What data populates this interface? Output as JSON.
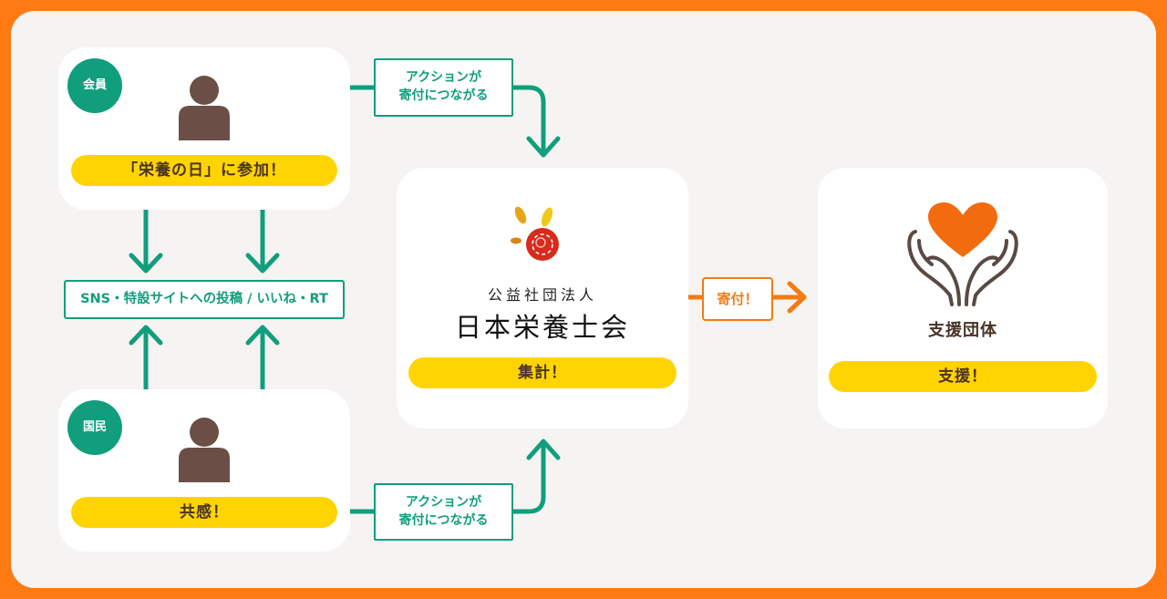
{
  "member_card": {
    "badge": "会員",
    "action": "「栄養の日」に参加！"
  },
  "public_card": {
    "badge": "国民",
    "action": "共感！"
  },
  "sns_box": {
    "label": "SNS・特設サイトへの投稿 / いいね・RT"
  },
  "action_tag_top": {
    "line1": "アクションが",
    "line2": "寄付につながる"
  },
  "action_tag_bottom": {
    "line1": "アクションが",
    "line2": "寄付につながる"
  },
  "association_card": {
    "subtitle": "公益社団法人",
    "name": "日本栄養士会",
    "action": "集計！"
  },
  "donation_tag": {
    "label": "寄付！"
  },
  "support_card": {
    "name": "支援団体",
    "action": "支援！"
  },
  "colors": {
    "frame": "#ff7a12",
    "green": "#119e7d",
    "yellow": "#ffd400",
    "orange": "#f27b12",
    "person": "#6b4f47",
    "heart": "#f26b0f"
  },
  "icons": [
    "person-icon",
    "association-logo",
    "heart-hands-icon"
  ]
}
